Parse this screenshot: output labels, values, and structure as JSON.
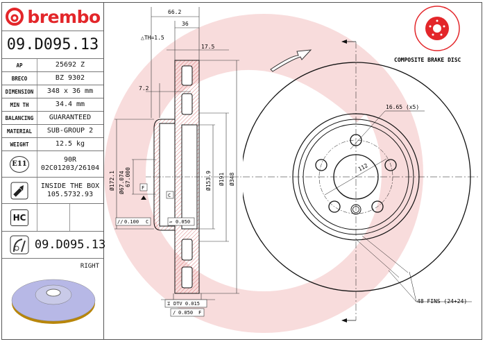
{
  "brand": "brembo",
  "part_number": "09.D095.13",
  "specs": [
    {
      "label": "AP",
      "value": "25692 Z"
    },
    {
      "label": "BRECO",
      "value": "BZ 9302"
    },
    {
      "label": "DIMENSION",
      "value": "348 x 36 mm"
    },
    {
      "label": "MIN TH",
      "value": "34.4 mm"
    },
    {
      "label": "BALANCING",
      "value": "GUARANTEED"
    },
    {
      "label": "MATERIAL",
      "value": "SUB-GROUP 2"
    },
    {
      "label": "WEIGHT",
      "value": "12.5 kg"
    }
  ],
  "approval": {
    "badge": "E11",
    "line1": "90R",
    "line2": "02C01203/26104"
  },
  "screws": {
    "line1": "INSIDE THE BOX",
    "line2": "105.5732.93"
  },
  "hc_badge": "HC",
  "part_number_repeat": "09.D095.13",
  "side": "RIGHT",
  "disc_type": "COMPOSITE BRAKE DISC",
  "dimensions": {
    "overall_width": "66.2",
    "thickness": "36",
    "delta_th": "△TH=1.5",
    "offset": "17.5",
    "hat_offset": "7.2",
    "d172": "Ø172.1",
    "d67a": "Ø67.074",
    "d67b": "67.000",
    "d153": "Ø153.9",
    "d191": "Ø191",
    "d348": "Ø348",
    "datum_f": "F",
    "datum_c": "C",
    "parallel_tol": "0.100",
    "parallel_ref": "C",
    "flat_tol": "0.050",
    "dtv": "DTV 0.015",
    "runout_tol": "0.050",
    "runout_ref": "F",
    "bolt_hole": "16.65 (x5)",
    "pcd": "112",
    "fins": "48 FINS (24+24)"
  },
  "colors": {
    "brand_red": "#e3262a",
    "watermark": "#f6d3d3"
  }
}
